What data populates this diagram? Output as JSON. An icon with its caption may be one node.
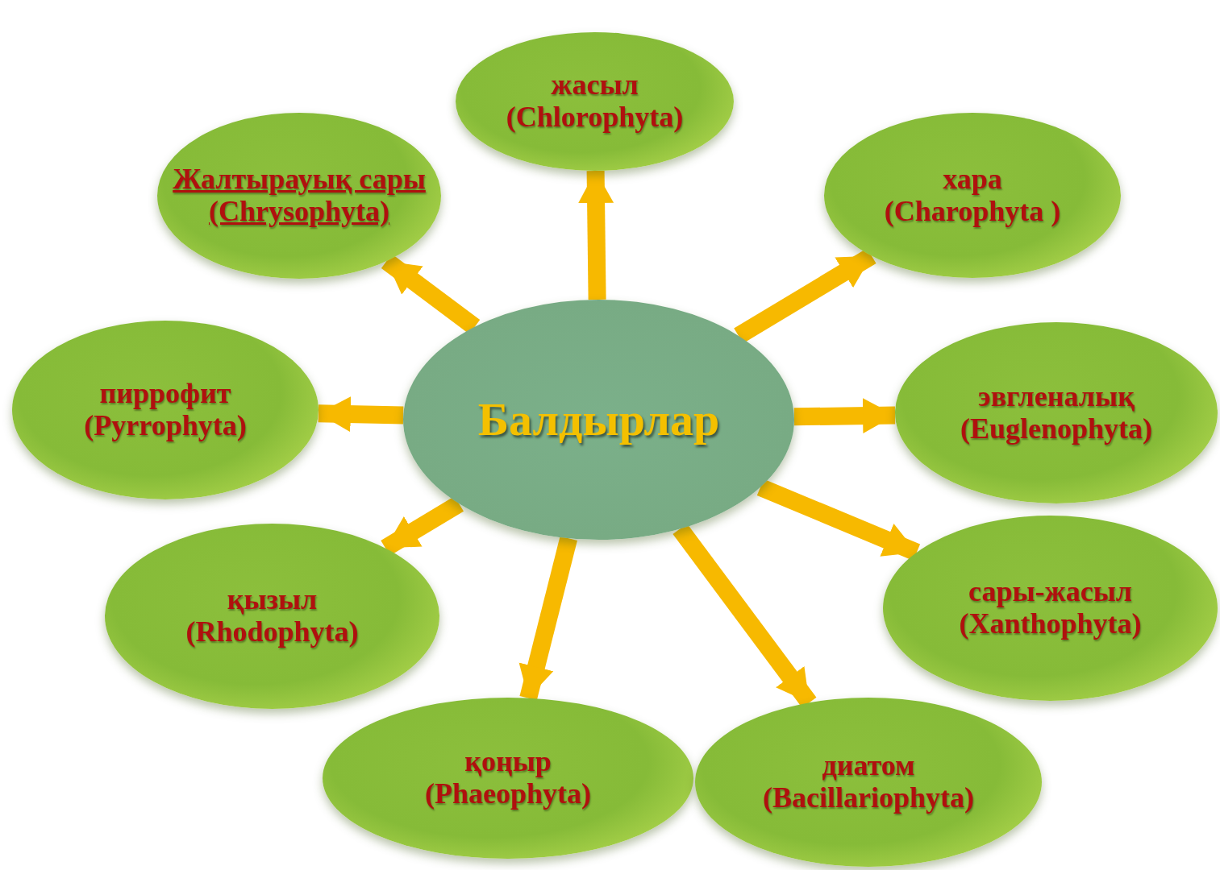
{
  "diagram": {
    "nodes": [
      {
        "text": [
          "Балдырлар"
        ]
      },
      {
        "text": [
          "жасыл",
          "(Chlorophyta)"
        ]
      },
      {
        "text": [
          "Жалтырауық сары",
          "(Chrysophyta)"
        ]
      },
      {
        "text": [
          "хара",
          "(Charophyta )"
        ]
      },
      {
        "text": [
          "пиррофит",
          "(Pyrrophyta)"
        ]
      },
      {
        "text": [
          "эвгленалық",
          "(Euglenophyta)"
        ]
      },
      {
        "text": [
          "қызыл",
          "(Rhodophyta)"
        ]
      },
      {
        "text": [
          "сары-жасыл",
          "(Xanthophyta)"
        ]
      },
      {
        "text": [
          "қоңыр",
          "(Phaeophyta)"
        ]
      },
      {
        "text": [
          "диатом",
          "(Bacillariophyta)"
        ]
      }
    ],
    "edges": [
      {
        "from": 0,
        "to": 1,
        "arrow": "to"
      },
      {
        "from": 0,
        "to": 2,
        "arrow": "to"
      },
      {
        "from": 0,
        "to": 3,
        "arrow": "to"
      },
      {
        "from": 0,
        "to": 4,
        "arrow": "to"
      },
      {
        "from": 0,
        "to": 5,
        "arrow": "to"
      },
      {
        "from": 0,
        "to": 6,
        "arrow": "to"
      },
      {
        "from": 0,
        "to": 7,
        "arrow": "to"
      },
      {
        "from": 0,
        "to": 8,
        "arrow": "to"
      },
      {
        "from": 0,
        "to": 9,
        "arrow": "to"
      }
    ]
  }
}
